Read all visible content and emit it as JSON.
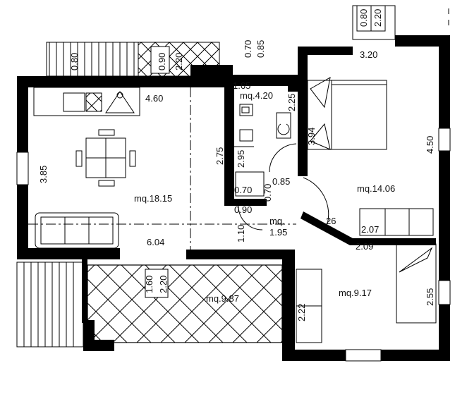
{
  "colors": {
    "wall": "#000000",
    "background": "#ffffff"
  },
  "rooms": {
    "living": "mq.18.15",
    "bath": "mq.4.20",
    "hall": "mq.",
    "hall_area": "1.95",
    "bedroom_main": "mq.14.06",
    "bedroom_small": "mq.9.17",
    "terrace": "mq.9.87"
  },
  "dims": {
    "stair_w": "0.80",
    "win_kitchen_a": "0.90",
    "win_kitchen_b": "2.20",
    "entry_a": "0.70",
    "entry_b": "0.85",
    "win_top_a": "0.80",
    "win_top_b": "2.20",
    "bed_width": "3.20",
    "door_165": "1.65",
    "kitchen_w": "4.60",
    "bath_h": "2.25",
    "wall_275": "2.75",
    "wall_295": "2.95",
    "bed_394": "3.94",
    "bed_450": "4.50",
    "living_385": "3.85",
    "bath_070": "0.70",
    "door_070": "0.70",
    "door_085": "0.85",
    "door_090": "0.90",
    "hall_110": "1.10",
    "stair_26": "26",
    "dim_207": "2.07",
    "dim_209": "2.09",
    "living_604": "6.04",
    "win_160": "1.60",
    "win_220": "2.20",
    "dim_222": "2.22",
    "dim_255": "2.55"
  }
}
